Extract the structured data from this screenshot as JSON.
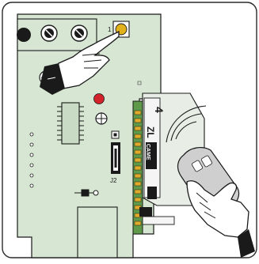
{
  "labels": {
    "button_number": "1",
    "jumper": "J2",
    "side_digit": "4",
    "radio_brand": "CAME"
  },
  "colors": {
    "board": "#d7e6d3",
    "board_dark": "#c9dbc5",
    "outline": "#1a1a1a",
    "button": "#e2b21c",
    "led": "#d2232a",
    "pcb_edge": "#5f9a4b",
    "pcb_pin": "#e0aa2a",
    "radio_body": "#cfcfcf"
  },
  "icons": [
    "pointing-hand-icon",
    "hand-holding-transmitter-icon",
    "radio-wave-icon"
  ]
}
